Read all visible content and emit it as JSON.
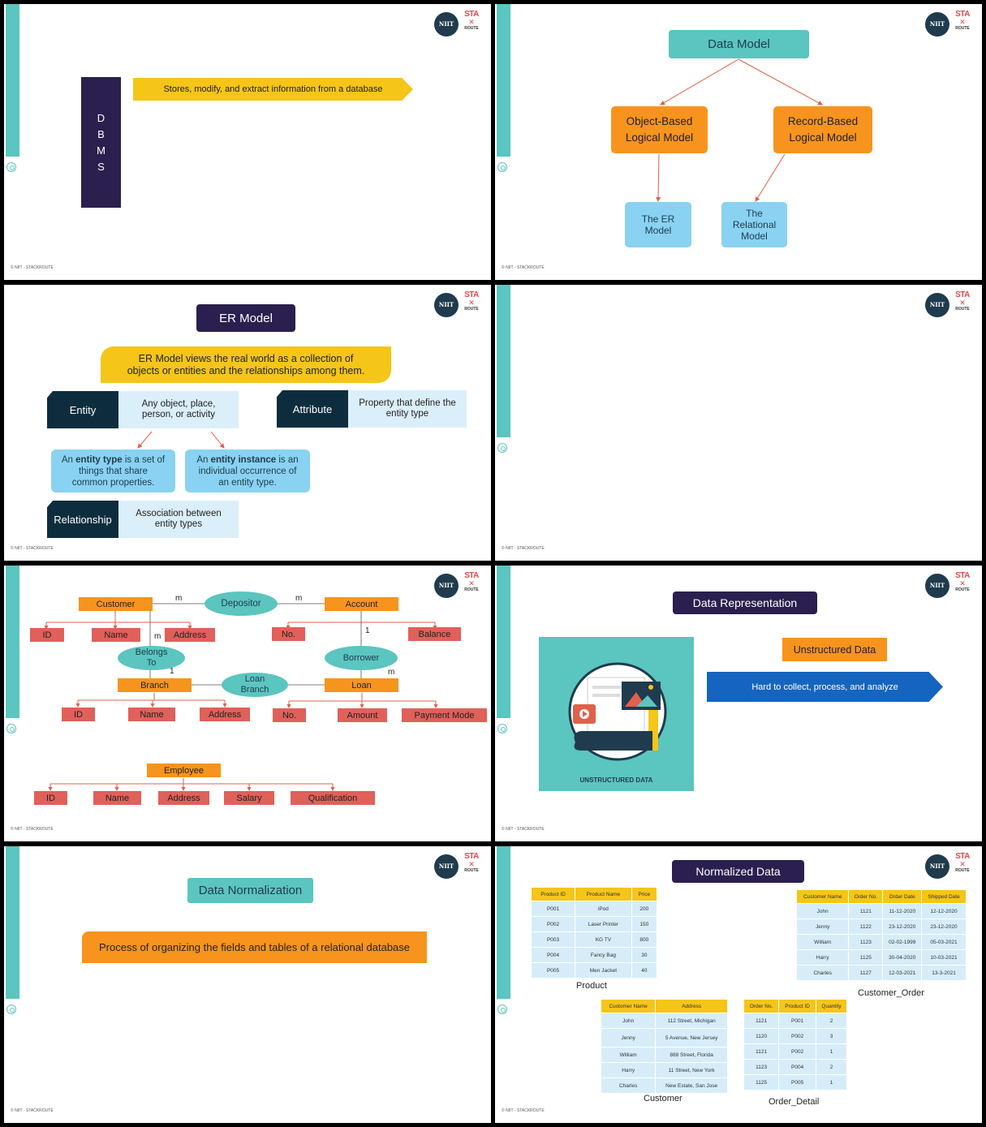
{
  "footer": "© NIIT - STACKROUTE",
  "logo": {
    "niit": "NIIT",
    "sr_top": "STA",
    "sr_bottom": "ROUTE"
  },
  "s1": {
    "dbms_letters": [
      "D",
      "B",
      "M",
      "S"
    ],
    "arrow_text": "Stores, modify, and extract information from a database"
  },
  "s2": {
    "root": "Data Model",
    "left": [
      "Object-Based",
      "Logical Model"
    ],
    "right": [
      "Record-Based",
      "Logical Model"
    ],
    "left_child": [
      "The ER",
      "Model"
    ],
    "right_child": [
      "The",
      "Relational",
      "Model"
    ]
  },
  "s3": {
    "title": "ER Model",
    "banner": [
      "ER Model views the real world as a collection of",
      "objects or entities and the relationships among them."
    ],
    "entity_label": "Entity",
    "entity_desc": [
      "Any object, place,",
      "person, or activity"
    ],
    "attribute_label": "Attribute",
    "attribute_desc": [
      "Property that define the",
      "entity type"
    ],
    "entity_type": {
      "pre": "An ",
      "bold": "entity type",
      "post": " is a set of",
      "l2": "things that share",
      "l3": "common properties."
    },
    "entity_instance": {
      "pre": "An ",
      "bold": "entity instance",
      "post": " is an",
      "l2": "individual occurrence of",
      "l3": "an entity type."
    },
    "relationship_label": "Relationship",
    "relationship_desc": [
      "Association between",
      "entity types"
    ]
  },
  "s5": {
    "customer": "Customer",
    "depositor": "Depositor",
    "account": "Account",
    "c_attrs": [
      "ID",
      "Name",
      "Address"
    ],
    "a_attrs": [
      "No.",
      "Balance"
    ],
    "belongs": [
      "Belongs",
      "To"
    ],
    "borrower": "Borrower",
    "branch": "Branch",
    "loanbranch": [
      "Loan",
      "Branch"
    ],
    "loan": "Loan",
    "b_attrs": [
      "ID",
      "Name",
      "Address"
    ],
    "l_attrs": [
      "No.",
      "Amount",
      "Payment Mode"
    ],
    "employee": "Employee",
    "e_attrs": [
      "ID",
      "Name",
      "Address",
      "Salary",
      "Qualification"
    ],
    "card": {
      "m1": "m",
      "m2": "m",
      "m3": "m",
      "one1": "1",
      "one2": "1",
      "m4": "m"
    }
  },
  "s6": {
    "title": "Data Representation",
    "tag": "Unstructured Data",
    "arrow_text": "Hard to collect, process, and analyze",
    "image_caption": "UNSTRUCTURED DATA"
  },
  "s7": {
    "title": "Data Normalization",
    "banner": "Process of organizing the fields and tables of a relational database"
  },
  "s8": {
    "title": "Normalized Data",
    "product": {
      "caption": "Product",
      "headers": [
        "Product ID",
        "Product Name",
        "Price"
      ],
      "rows": [
        [
          "P001",
          "iPod",
          "200"
        ],
        [
          "P002",
          "Laser Printer",
          "150"
        ],
        [
          "P003",
          "KG TV",
          "800"
        ],
        [
          "P004",
          "Fancy Bag",
          "30"
        ],
        [
          "P005",
          "Men Jacket",
          "40"
        ]
      ]
    },
    "customer_order": {
      "caption": "Customer_Order",
      "headers": [
        "Customer Name",
        "Order No.",
        "Order Date",
        "Shipped Date"
      ],
      "rows": [
        [
          "John",
          "1121",
          "11-12-2020",
          "12-12-2020"
        ],
        [
          "Jenny",
          "1122",
          "23-12-2020",
          "23-12-2020"
        ],
        [
          "William",
          "1123",
          "02-02-1999",
          "05-03-2021"
        ],
        [
          "Harry",
          "1125",
          "30-04-2020",
          "10-03-2021"
        ],
        [
          "Charles",
          "1127",
          "12-03-2021",
          "13-3-2021"
        ]
      ]
    },
    "customer": {
      "caption": "Customer",
      "headers": [
        "Customer Name",
        "Address"
      ],
      "rows": [
        [
          "John",
          "112 Street, Michigan"
        ],
        [
          "Jenny",
          "5 Avenue, New Jersey"
        ],
        [
          "William",
          "888 Street, Florida"
        ],
        [
          "Harry",
          "11 Street, New York"
        ],
        [
          "Charles",
          "New Estate, San Jose"
        ]
      ]
    },
    "order_detail": {
      "caption": "Order_Detail",
      "headers": [
        "Order No.",
        "Product ID",
        "Quantity"
      ],
      "rows": [
        [
          "1121",
          "P001",
          "2"
        ],
        [
          "1120",
          "P002",
          "3"
        ],
        [
          "1121",
          "P002",
          "1"
        ],
        [
          "1123",
          "P004",
          "2"
        ],
        [
          "1125",
          "P005",
          "1"
        ]
      ]
    }
  }
}
